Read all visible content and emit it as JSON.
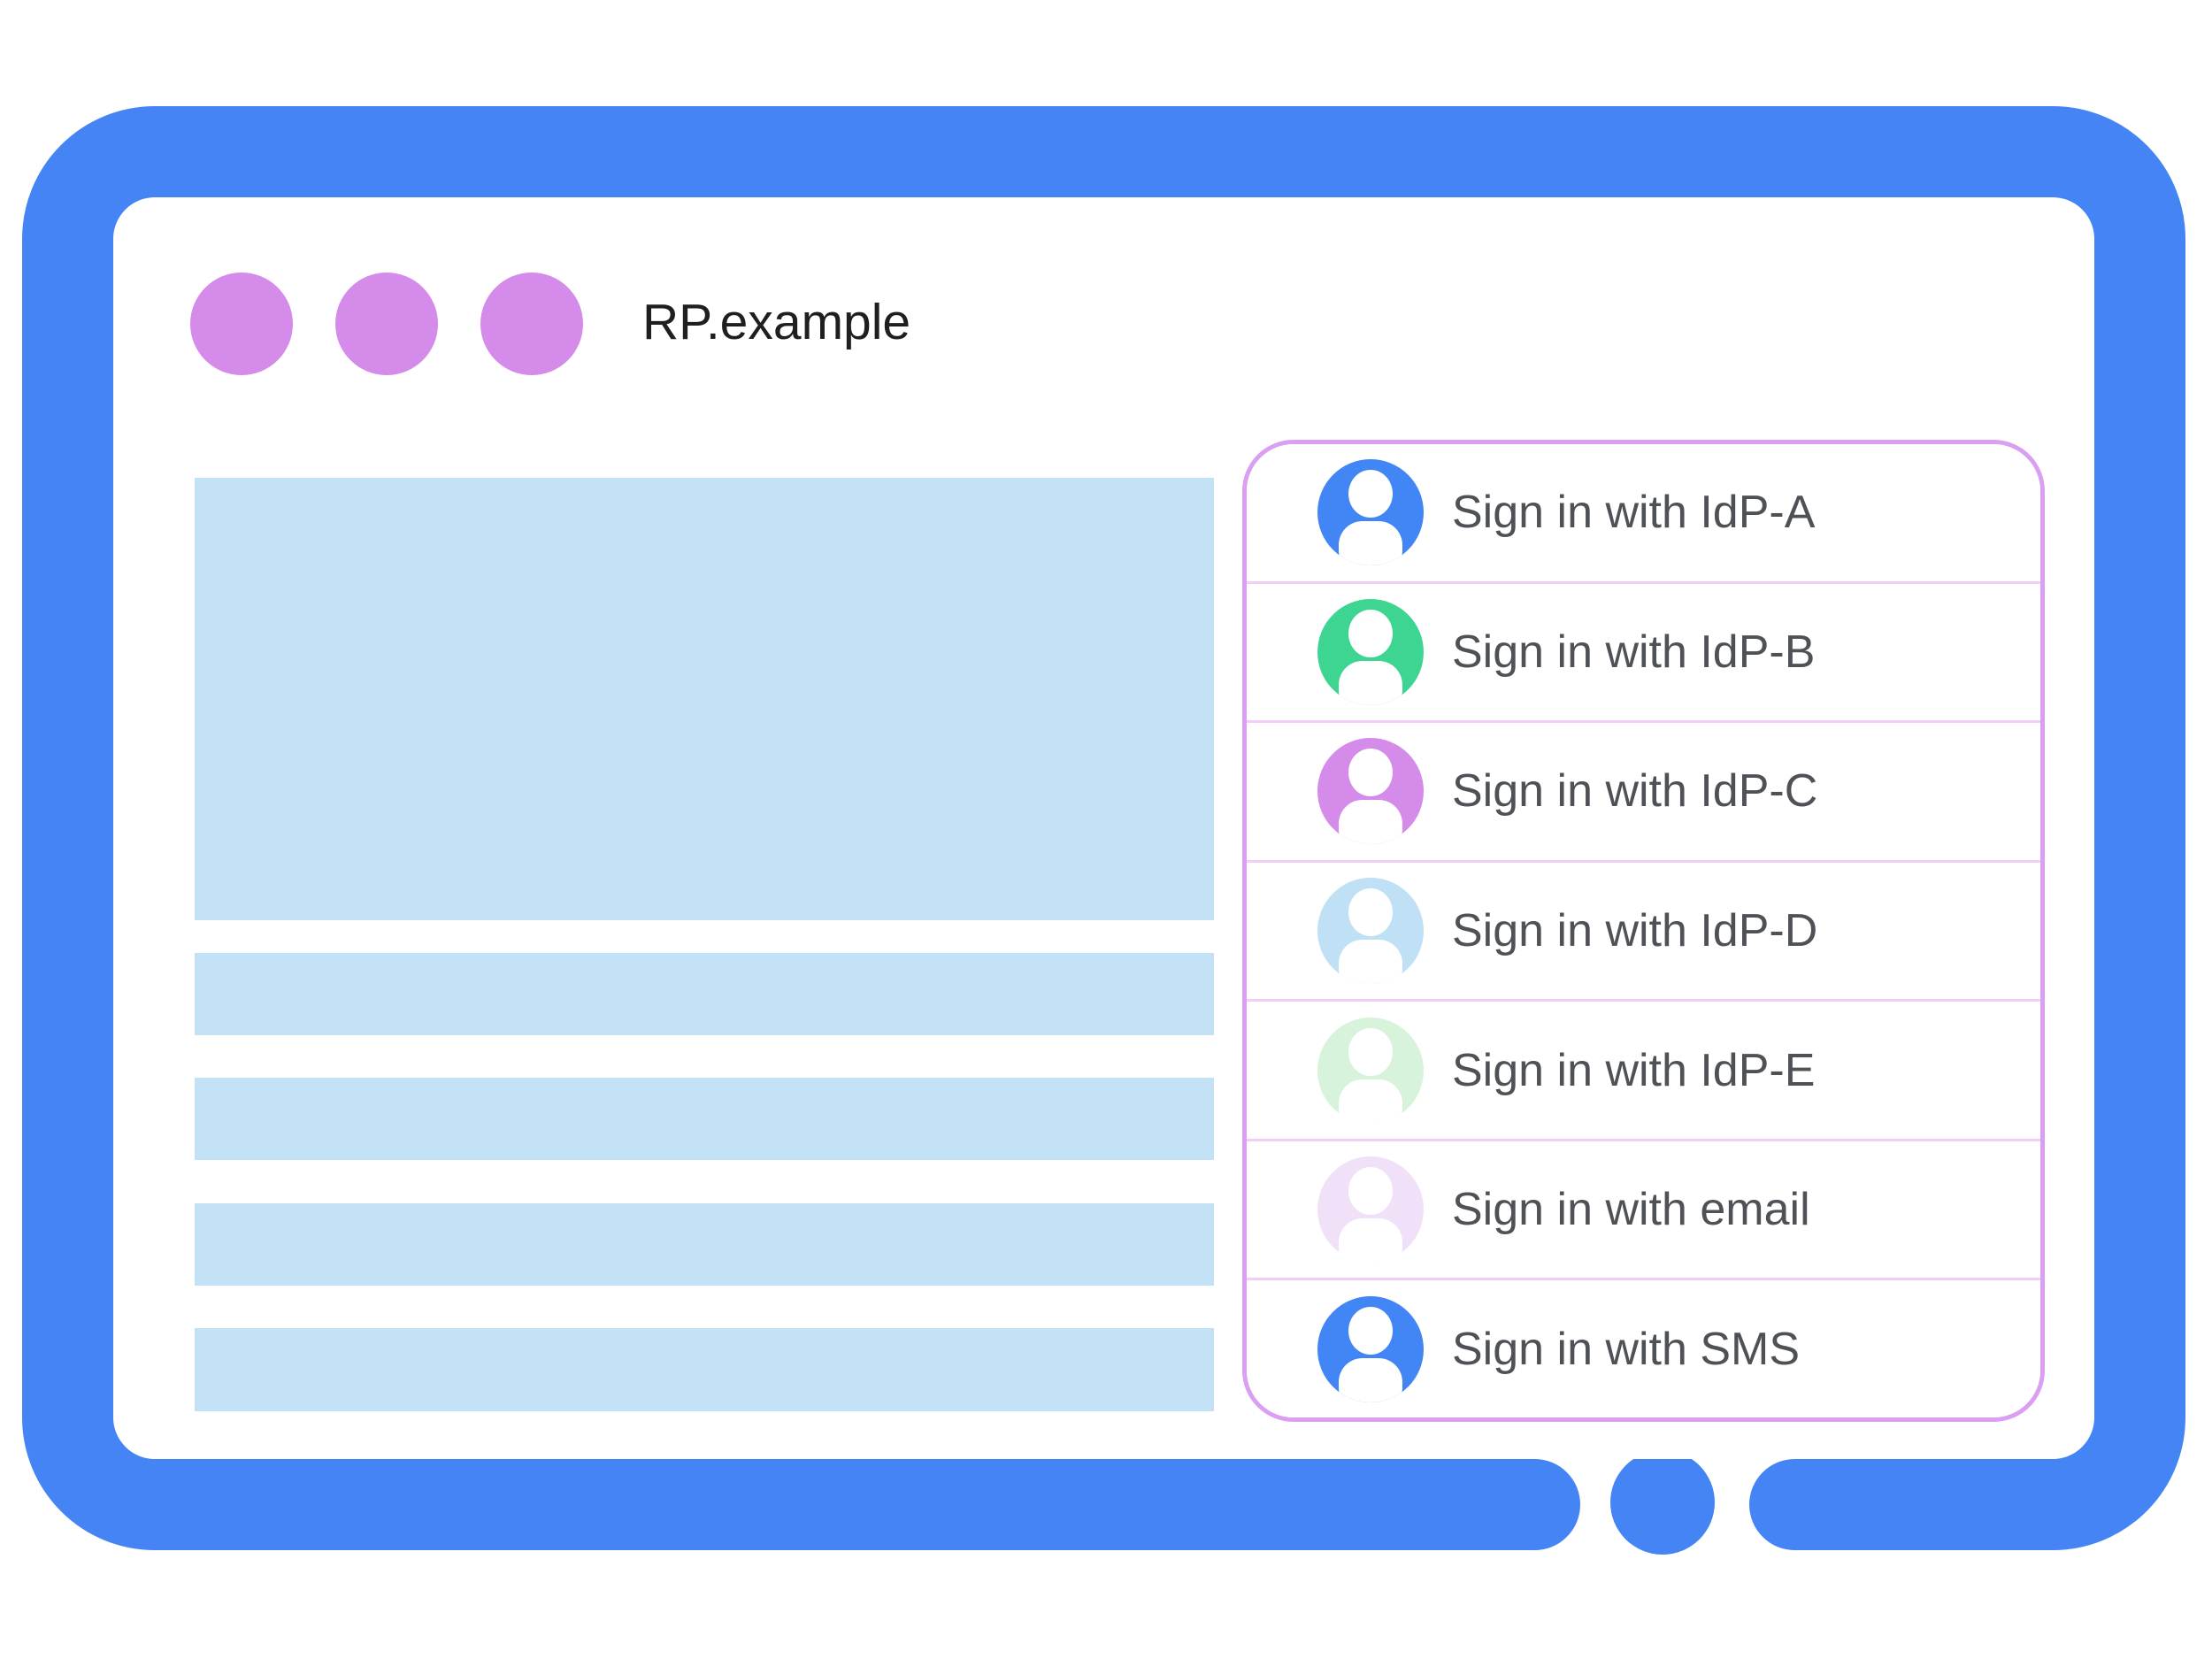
{
  "window": {
    "title": "RP.example"
  },
  "signin_panel": {
    "options": [
      {
        "label": "Sign in with IdP-A",
        "avatar_color": "#4285F4"
      },
      {
        "label": "Sign in with IdP-B",
        "avatar_color": "#3ED492"
      },
      {
        "label": "Sign in with IdP-C",
        "avatar_color": "#D58BE9"
      },
      {
        "label": "Sign in with IdP-D",
        "avatar_color": "#BFE0F5"
      },
      {
        "label": "Sign in with IdP-E",
        "avatar_color": "#D8F3DB"
      },
      {
        "label": "Sign in with email",
        "avatar_color": "#F0E1F9"
      },
      {
        "label": "Sign in with SMS",
        "avatar_color": "#4285F4"
      }
    ]
  },
  "colors": {
    "frame_blue": "#4584F4",
    "content_placeholder_blue": "#C3E2F6",
    "window_control_purple": "#D58BE9",
    "panel_border": "#DB9FF2",
    "panel_divider": "#F1CDF8",
    "label_gray": "#4E5156",
    "title_black": "#1F1F1F"
  }
}
